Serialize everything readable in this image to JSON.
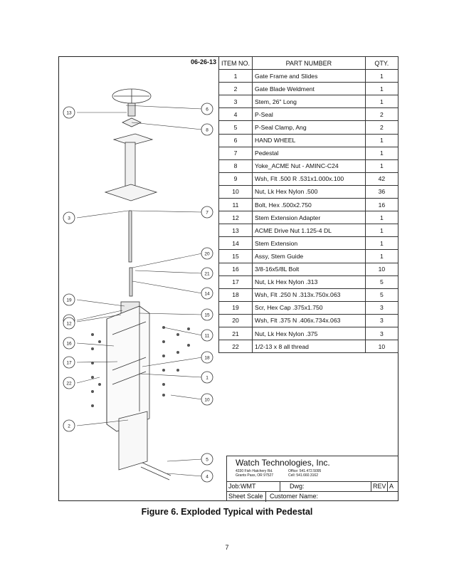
{
  "drawing": {
    "date": "06-26-13",
    "callouts": [
      "13",
      "6",
      "8",
      "3",
      "7",
      "20",
      "21",
      "14",
      "19",
      "9",
      "12",
      "15",
      "11",
      "16",
      "17",
      "22",
      "18",
      "1",
      "10",
      "2",
      "5",
      "4"
    ]
  },
  "bom": {
    "headers": [
      "ITEM NO.",
      "PART NUMBER",
      "QTY."
    ],
    "rows": [
      [
        "1",
        "Gate Frame and Slides",
        "1"
      ],
      [
        "2",
        "Gate Blade Weldment",
        "1"
      ],
      [
        "3",
        "Stem, 26\" Long",
        "1"
      ],
      [
        "4",
        "P-Seal",
        "2"
      ],
      [
        "5",
        "P-Seal Clamp, Ang",
        "2"
      ],
      [
        "6",
        "HAND WHEEL",
        "1"
      ],
      [
        "7",
        "Pedestal",
        "1"
      ],
      [
        "8",
        "Yoke_ACME Nut - AMINC-C24",
        "1"
      ],
      [
        "9",
        "Wsh, Flt .500 R .531x1.000x.100",
        "42"
      ],
      [
        "10",
        "Nut, Lk Hex Nylon .500",
        "36"
      ],
      [
        "11",
        "Bolt, Hex .500x2.750",
        "16"
      ],
      [
        "12",
        "Stem Extension Adapter",
        "1"
      ],
      [
        "13",
        "ACME Drive Nut 1.125-4 DL",
        "1"
      ],
      [
        "14",
        "Stem Extension",
        "1"
      ],
      [
        "15",
        "Assy, Stem Guide",
        "1"
      ],
      [
        "16",
        "3/8-16x5/8L Bolt",
        "10"
      ],
      [
        "17",
        "Nut, Lk Hex Nylon .313",
        "5"
      ],
      [
        "18",
        "Wsh, Flt .250 N .313x.750x.063",
        "5"
      ],
      [
        "19",
        "Scr, Hex Cap .375x1.750",
        "3"
      ],
      [
        "20",
        "Wsh, Flt .375 N .406x.734x.063",
        "3"
      ],
      [
        "21",
        "Nut, Lk Hex Nylon .375",
        "3"
      ],
      [
        "22",
        "1/2-13 x 8 all thread",
        "10"
      ]
    ]
  },
  "titleblock": {
    "company": "Watch Technologies, Inc.",
    "address_line1": "4330 Fish Hatchery Rd.",
    "address_line2": "Grants Pass, OR 97527",
    "office": "Office: 541.472.5095",
    "cell": "Cell: 541.660.3162",
    "job": "Job:WMT",
    "dwg": "Dwg:",
    "rev_label": "REV",
    "rev_value": "A",
    "sheet_scale": "Sheet Scale",
    "customer": "Customer Name:"
  },
  "caption": "Figure 6. Exploded Typical with Pedestal",
  "page_number": "7"
}
